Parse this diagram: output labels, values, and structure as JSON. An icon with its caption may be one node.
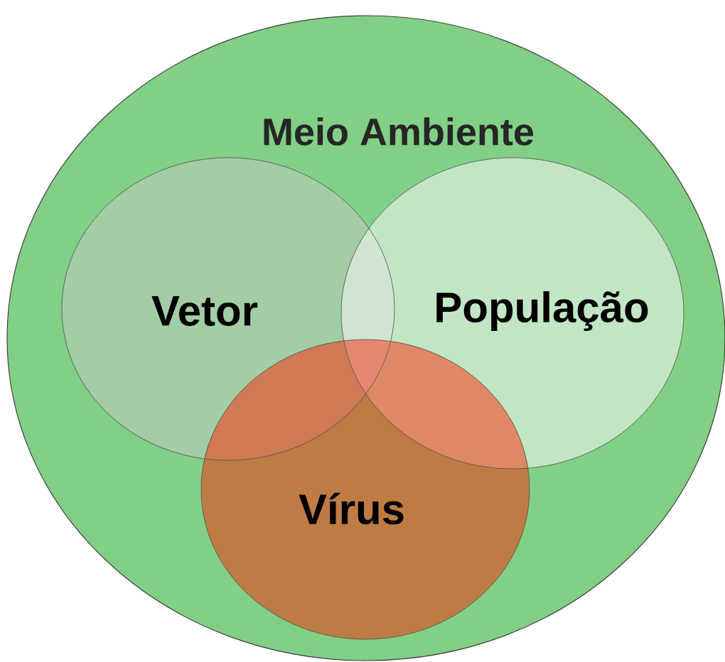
{
  "diagram": {
    "nodes": [
      {
        "text": [
          "Meio Ambiente"
        ]
      },
      {
        "text": [
          "Vetor"
        ],
        "in": 0
      },
      {
        "text": [
          "População"
        ],
        "in": 0
      },
      {
        "text": [
          "Vírus"
        ],
        "in": 0
      }
    ]
  }
}
